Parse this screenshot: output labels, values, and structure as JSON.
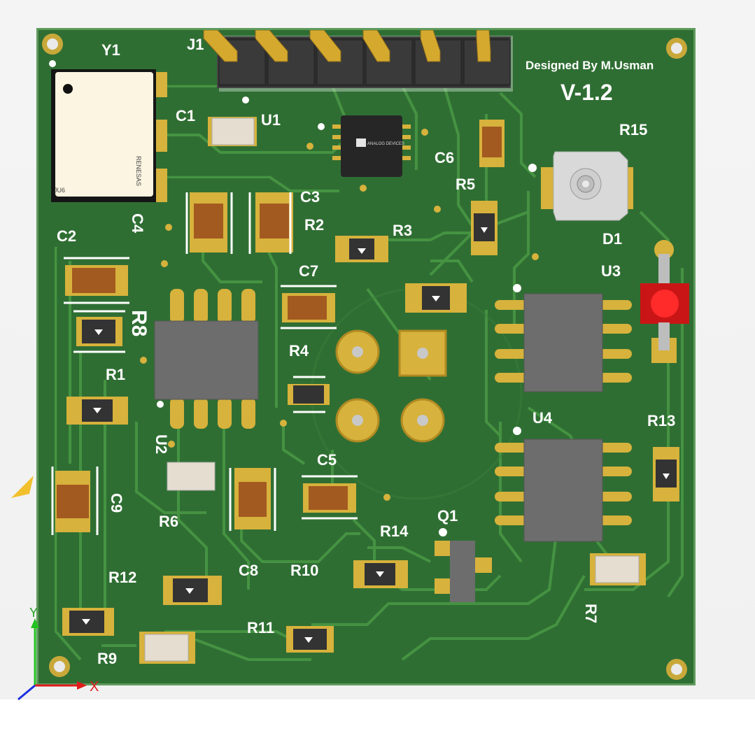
{
  "board": {
    "designer_text": "Designed By M.Usman",
    "version_text": "V-1.2",
    "colors": {
      "substrate": "#2f6e33",
      "trace": "#3f8a3c",
      "pad": "#d7b23c",
      "silk": "#ffffff",
      "ic_body": "#6d6d6d"
    }
  },
  "labels": {
    "Y1": "Y1",
    "J1": "J1",
    "C1": "C1",
    "U1": "U1",
    "C6": "C6",
    "R15": "R15",
    "R5": "R5",
    "C3": "C3",
    "C4": "C4",
    "R2": "R2",
    "R3": "R3",
    "C2": "C2",
    "D1": "D1",
    "U3": "U3",
    "C7": "C7",
    "R8": "R8",
    "R1": "R1",
    "R4": "R4",
    "U2": "U2",
    "U4": "U4",
    "R13": "R13",
    "C5": "C5",
    "C9": "C9",
    "R6": "R6",
    "Q1": "Q1",
    "R14": "R14",
    "R12": "R12",
    "C8": "C8",
    "R10": "R10",
    "R7": "R7",
    "R11": "R11",
    "R9": "R9"
  },
  "chips": {
    "y1_brand": "RENESAS",
    "y1_code": "JU6",
    "u1_brand": "ANALOG DEVICES"
  },
  "axes": {
    "y": "Y",
    "x": "X"
  }
}
